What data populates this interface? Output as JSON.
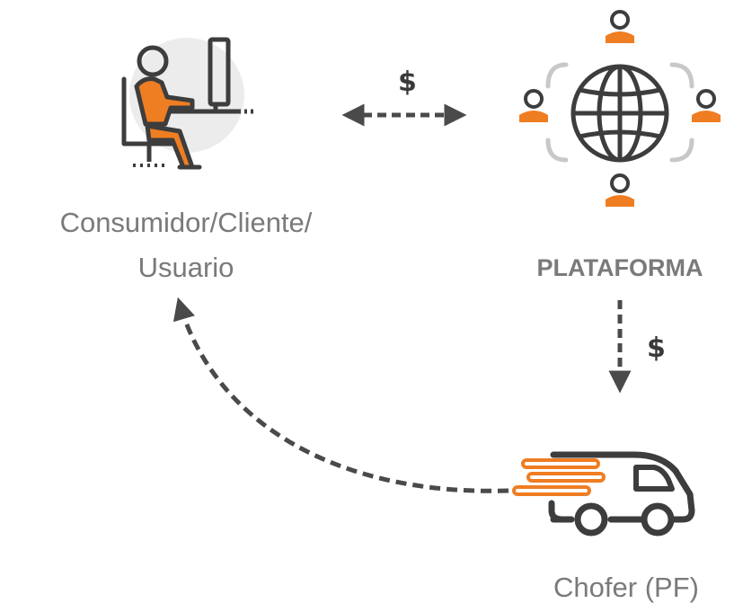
{
  "nodes": {
    "consumer": {
      "label_line1": "Consumidor/Cliente/",
      "label_line2": "Usuario",
      "icon": "person-at-computer-icon"
    },
    "platform": {
      "label": "PLATAFORMA",
      "icon": "globe-network-icon"
    },
    "driver": {
      "label": "Chofer (PF)",
      "icon": "delivery-van-icon"
    }
  },
  "flows": {
    "consumer_platform_symbol": "$",
    "platform_driver_symbol": "$"
  },
  "colors": {
    "accent": "#ef7d22",
    "ink": "#3d3d3d",
    "arrow": "#4a4a4a",
    "label": "#7a7a7a",
    "halo": "#ececec",
    "bracket": "#c8c8c8"
  }
}
